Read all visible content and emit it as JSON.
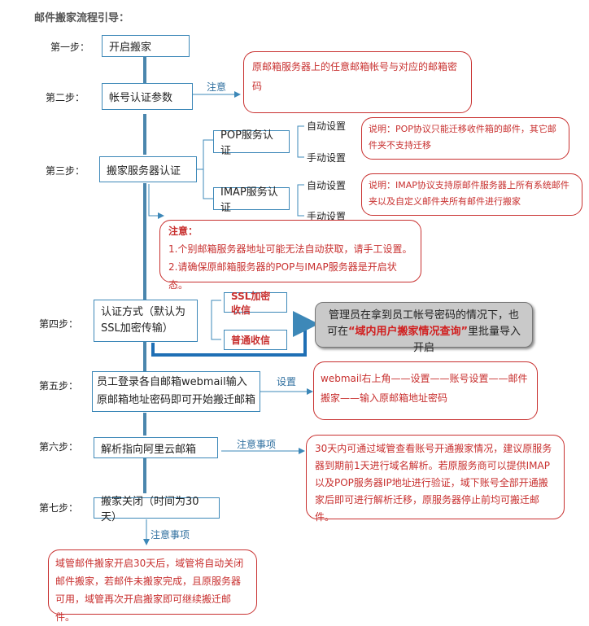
{
  "title": "邮件搬家流程引导：",
  "steps": {
    "s1": "第一步：",
    "s2": "第二步：",
    "s3": "第三步：",
    "s4": "第四步：",
    "s5": "第五步：",
    "s6": "第六步：",
    "s7": "第七步："
  },
  "boxes": {
    "start": "开启搬家",
    "auth": "帐号认证参数",
    "server_auth": "搬家服务器认证",
    "pop": "POP服务认证",
    "imap": "IMAP服务认证",
    "auth_mode": "认证方式（默认为SSL加密传输）",
    "ssl": "SSL加密收信",
    "normal": "普通收信",
    "employee": "员工登录各自邮箱webmail输入原邮箱地址密码即可开始搬迁邮箱",
    "resolve": "解析指向阿里云邮箱",
    "close": "搬家关闭（时间为30天）"
  },
  "options": {
    "pop_auto": "自动设置",
    "pop_manual": "手动设置",
    "imap_auto": "自动设置",
    "imap_manual": "手动设置"
  },
  "labels": {
    "note": "注意",
    "settings": "设置",
    "attention6": "注意事项",
    "attention7": "注意事项"
  },
  "notes": {
    "n2": "原邮箱服务器上的任意邮箱帐号与对应的邮箱密码",
    "pop_note": "说明：POP协议只能迁移收件箱的邮件，其它邮件夹不支持迁移",
    "imap_note": "说明：IMAP协议支持原邮件服务器上所有系统邮件夹以及自定义邮件夹所有邮件进行搬家",
    "warn_title": "注意：",
    "warn1": "1.个别邮箱服务器地址可能无法自动获取，请手工设置。",
    "warn2": "2.请确保原邮箱服务器的POP与IMAP服务器是开启状态。",
    "admin_pre": "管理员在拿到员工帐号密码的情况下，也可在",
    "admin_em": "“域内用户搬家情况查询”",
    "admin_post": "里批量导入开启",
    "webmail": "webmail右上角——设置——账号设置——邮件搬家——输入原邮箱地址密码",
    "n6": "30天内可通过域管查看账号开通搬家情况，建议原服务器到期前1天进行域名解析。若原服务商可以提供IMAP以及POP服务器IP地址进行验证，域下账号全部开通搬家后即可进行解析迁移，原服务器停止前均可搬迁邮件。",
    "n7": "域管邮件搬家开启30天后，域管将自动关闭邮件搬家，若邮件未搬家完成，且原服务器可用，域管再次开启搬家即可继续搬迁邮件。"
  },
  "colors": {
    "flow": "#3d88b8",
    "warn": "#c8302f",
    "admin_bg": "#c9c9c9"
  }
}
